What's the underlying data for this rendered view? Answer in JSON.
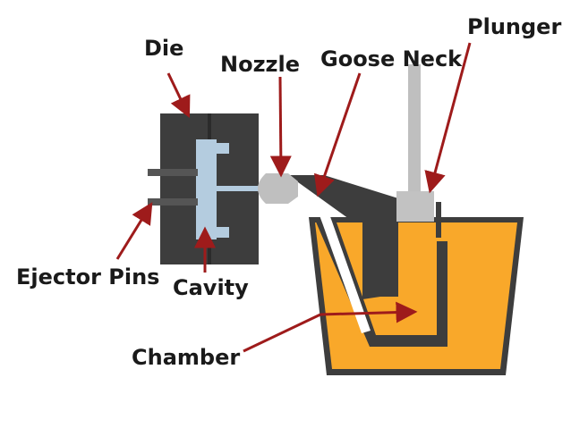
{
  "labels": {
    "die": "Die",
    "nozzle": "Nozzle",
    "goose_neck": "Goose Neck",
    "plunger": "Plunger",
    "ejector_pins": "Ejector Pins",
    "cavity": "Cavity",
    "chamber": "Chamber"
  },
  "colors": {
    "die": "#3d3d3d",
    "metal": "#f9a82a",
    "cavity": "#b4ccdf",
    "plunger": "#c2c2c2",
    "arrow": "#9e1b1b",
    "nozzle": "#bfbfbf"
  }
}
